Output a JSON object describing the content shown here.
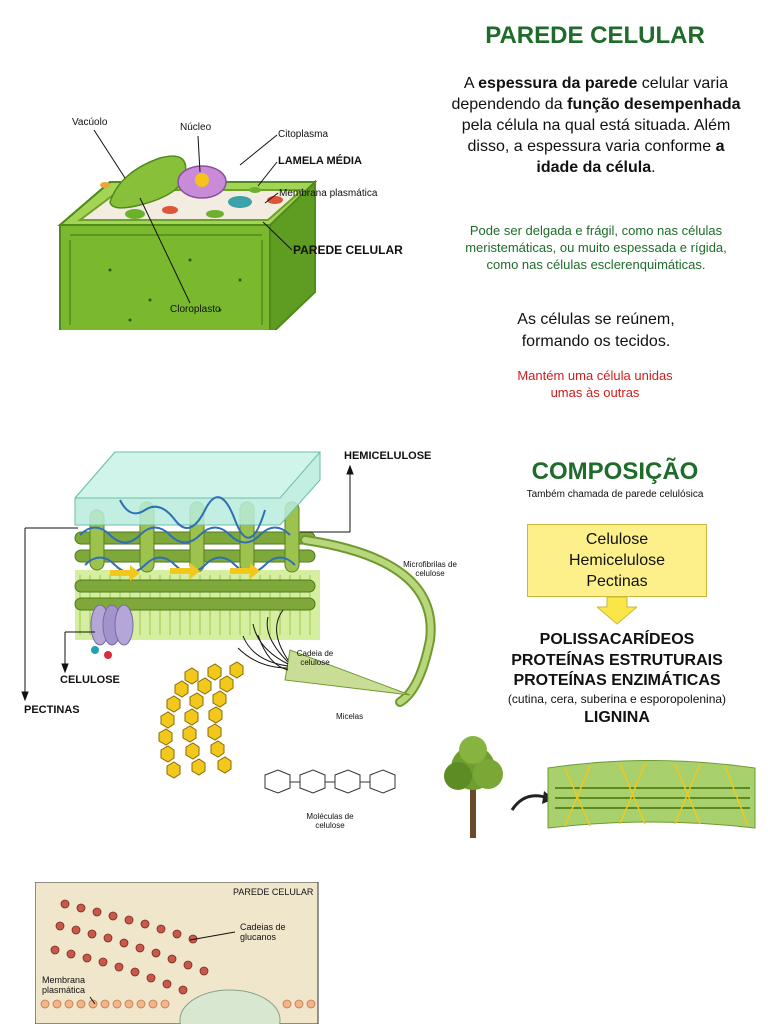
{
  "section1": {
    "title": "PAREDE CELULAR",
    "para1": {
      "p1": "A ",
      "b1": "espessura da parede",
      "p2": " celular varia dependendo da ",
      "b2": "função desempenhada",
      "p3": " pela célula na qual está situada. Além disso, a espessura varia conforme  ",
      "b3": "a idade da célula",
      "p4": "."
    },
    "green_note": "Pode ser delgada e frágil, como nas células meristemáticas, ou muito espessada e rígida, como nas células esclerenquimáticas.",
    "tissue_text": "As células se reúnem, formando os tecidos.",
    "red_note": "Mantém uma célula unidas umas às outras",
    "diagram_labels": {
      "vacuolo": "Vacúolo",
      "nucleo": "Núcleo",
      "citoplasma": "Citoplasma",
      "lamela": "LAMELA MÉDIA",
      "membrana": "Membrana plasmática",
      "parede": "PAREDE CELULAR",
      "cloroplasto": "Cloroplasto"
    }
  },
  "section2": {
    "title": "COMPOSIÇÃO",
    "subtitle": "Também chamada de parede celulósica",
    "box_items": [
      "Celulose",
      "Hemicelulose",
      "Pectinas"
    ],
    "list": [
      "POLISSACARÍDEOS",
      "PROTEÍNAS ESTRUTURAIS",
      "PROTEÍNAS ENZIMÁTICAS"
    ],
    "list_note": "(cutina, cera, suberina e esporopolenina)",
    "lignina": "LIGNINA",
    "diagram_labels": {
      "hemicelulose": "HEMICELULOSE",
      "celulose": "CELULOSE",
      "pectinas": "PECTINAS",
      "microfibrilas": "Microfibrilas de celulose",
      "cadeia": "Cadeia de celulose",
      "micelas": "Micelas",
      "moleculas": "Moléculas de celulose"
    }
  },
  "section3": {
    "diagram_labels": {
      "parede": "PAREDE CELULAR",
      "cadeias": "Cadeias de glucanos",
      "membrana": "Membrana plasmática"
    }
  },
  "colors": {
    "title_green": "#1e6b2a",
    "note_green": "#1e6b2a",
    "note_red": "#d01c1c",
    "box_yellow": "#fdf08a",
    "arrow_yellow": "#fbe64a"
  }
}
